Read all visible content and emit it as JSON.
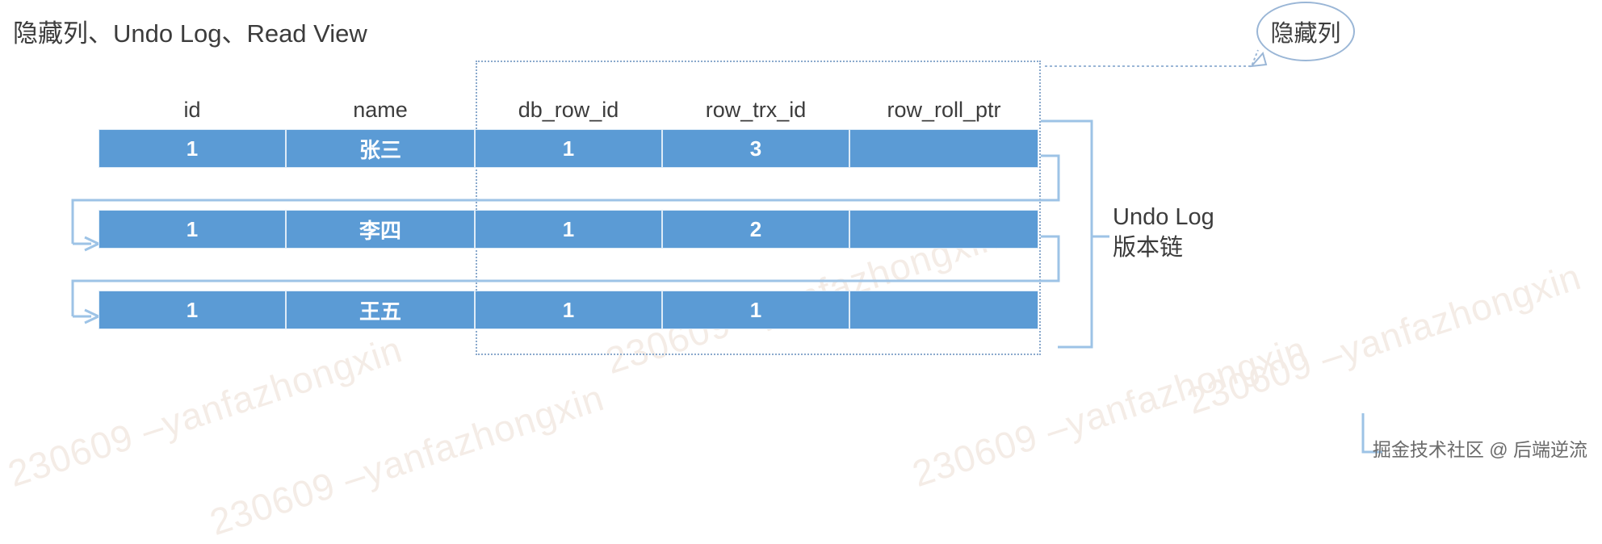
{
  "title": "隐藏列、Undo Log、Read View",
  "callout": {
    "label": "隐藏列"
  },
  "side_label": {
    "line1": "Undo Log",
    "line2": "版本链"
  },
  "table": {
    "headers": [
      "id",
      "name",
      "db_row_id",
      "row_trx_id",
      "row_roll_ptr"
    ],
    "rows": [
      {
        "id": "1",
        "name": "张三",
        "db_row_id": "1",
        "row_trx_id": "3",
        "row_roll_ptr": ""
      },
      {
        "id": "1",
        "name": "李四",
        "db_row_id": "1",
        "row_trx_id": "2",
        "row_roll_ptr": ""
      },
      {
        "id": "1",
        "name": "王五",
        "db_row_id": "1",
        "row_trx_id": "1",
        "row_roll_ptr": ""
      }
    ]
  },
  "attribution": "掘金技术社区 @ 后端逆流",
  "watermarks": [
    "230609 –yanfazhongxin",
    "230609 –yanfazhongxin",
    "230609 –yanfazhongxin",
    "230609 –yanfazhongxin",
    "230609 –yanfazhongxin"
  ],
  "colors": {
    "cell_fill": "#5b9bd5",
    "cell_border": "#deebf7",
    "connector": "#9dc3e6",
    "dashed_region": "#8aa9cc",
    "text": "#3c3c3c"
  }
}
